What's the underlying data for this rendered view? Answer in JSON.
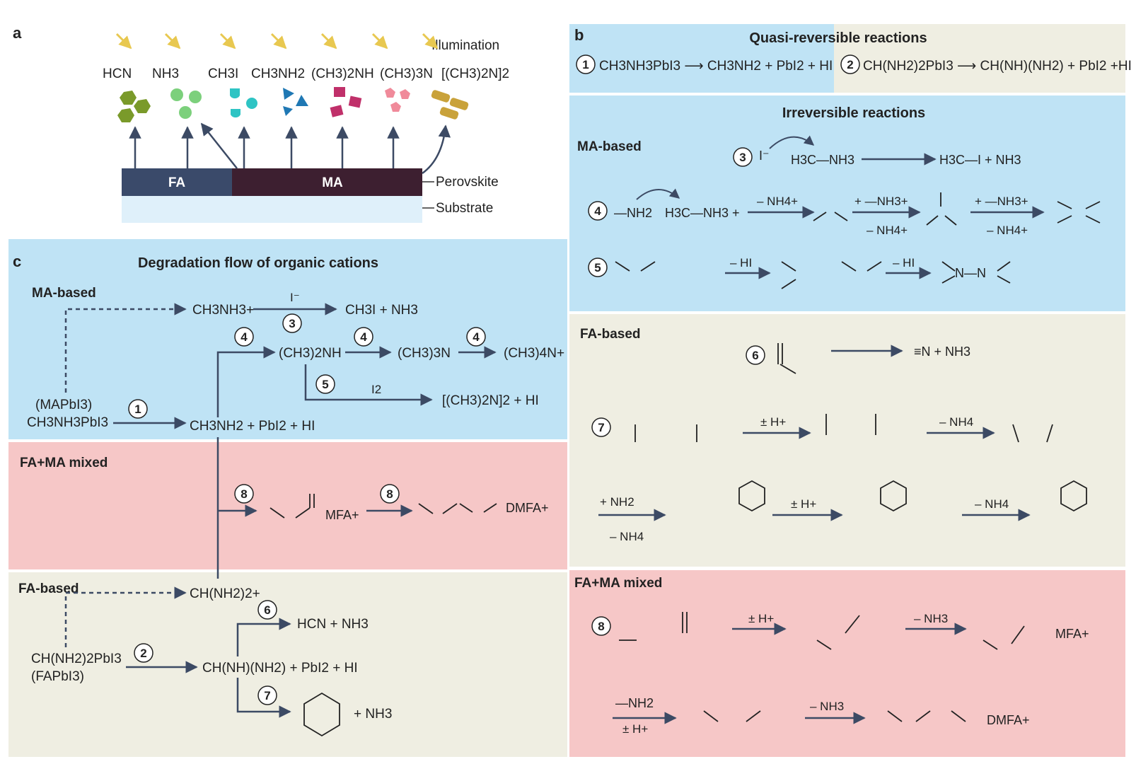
{
  "panel_letters": {
    "a": "a",
    "b": "b",
    "c": "c"
  },
  "panel_a": {
    "illumination": "Illumination",
    "species": [
      "HCN",
      "NH3",
      "CH3I",
      "CH3NH2",
      "(CH3)2NH",
      "(CH3)3N",
      "[(CH3)2N]2"
    ],
    "fa_label": "FA",
    "ma_label": "MA",
    "perovskite": "Perovskite",
    "substrate": "Substrate",
    "colors": {
      "hcn": "#7a9a2a",
      "nh3": "#7cd07c",
      "ch3i": "#2ec4c4",
      "ch3nh2": "#1f78b4",
      "dmn": "#c0306a",
      "tmn": "#f08a9a",
      "tetra": "#c9a23a",
      "arrow": "#f0d060"
    }
  },
  "panel_b": {
    "quasi_title": "Quasi-reversible reactions",
    "eq1_num": "1",
    "eq1": "CH3NH3PbI3 ⟶ CH3NH2 + PbI2 + HI",
    "eq2_num": "2",
    "eq2": "CH(NH2)2PbI3 ⟶ CH(NH)(NH2) + PbI2 +HI",
    "irreversible_title": "Irreversible reactions",
    "ma_based": "MA-based",
    "fa_based": "FA-based",
    "mixed": "FA+MA mixed",
    "r3": {
      "num": "3",
      "reactant": "I⁻",
      "substrate": "H3C—NH3",
      "product": "H3C—I + NH3"
    },
    "r4": {
      "num": "4",
      "reactant": "—NH2",
      "substrate": "H3C—NH3 +",
      "step1": "– NH4+",
      "step2_top": "+ —NH3+",
      "step2_bot": "– NH4+",
      "step3_top": "+ —NH3+",
      "step3_bot": "– NH4+"
    },
    "r5": {
      "num": "5",
      "step1": "– HI",
      "step2": "– HI",
      "product": "N—N"
    },
    "r6": {
      "num": "6",
      "product": "≡N + NH3"
    },
    "r7": {
      "num": "7",
      "step_h": "± H+",
      "step_nh4": "– NH4",
      "step_h2": "± H+",
      "step_nh4b": "– NH4",
      "left_top": "+ NH2",
      "left_bot": "– NH4"
    },
    "r8": {
      "num": "8",
      "step_h": "± H+",
      "step_nh3": "– NH3",
      "mfa": "MFA+",
      "nh2": "—NH2",
      "step_h2": "± H+",
      "step_nh3b": "– NH3",
      "dmfa": "DMFA+"
    }
  },
  "panel_c": {
    "title": "Degradation flow of organic cations",
    "ma_based": "MA-based",
    "mixed": "FA+MA mixed",
    "fa_based": "FA-based",
    "ch3nh3": "CH3NH3+",
    "iodide": "I⁻",
    "ch3i_nh3": "CH3I + NH3",
    "dmn": "(CH3)2NH",
    "tmn": "(CH3)3N",
    "tetra": "(CH3)4N+",
    "i2": "I2",
    "hydrazine": "[(CH3)2N]2 + HI",
    "mapbi3_a": "(MAPbI3)",
    "mapbi3_b": "CH3NH3PbI3",
    "ch3nh2_products": "CH3NH2 + PbI2 + HI",
    "mfa": "MFA+",
    "dmfa": "DMFA+",
    "fa_cation": "CH(NH2)2+",
    "hcn_nh3": "HCN + NH3",
    "fapbi3_a": "CH(NH2)2PbI3",
    "fapbi3_b": "(FAPbI3)",
    "fa_products": "CH(NH)(NH2) + PbI2 + HI",
    "triazine_nh3": "+ NH3",
    "step_nums": {
      "one": "1",
      "two": "2",
      "three": "3",
      "four_a": "4",
      "four_b": "4",
      "four_c": "4",
      "five": "5",
      "six": "6",
      "seven": "7",
      "eight_a": "8",
      "eight_b": "8"
    }
  },
  "colors": {
    "blue_bg": "#bfe3f5",
    "beige_bg": "#efeee2",
    "pink_bg": "#f6c7c7",
    "arrow": "#3c4a64"
  }
}
